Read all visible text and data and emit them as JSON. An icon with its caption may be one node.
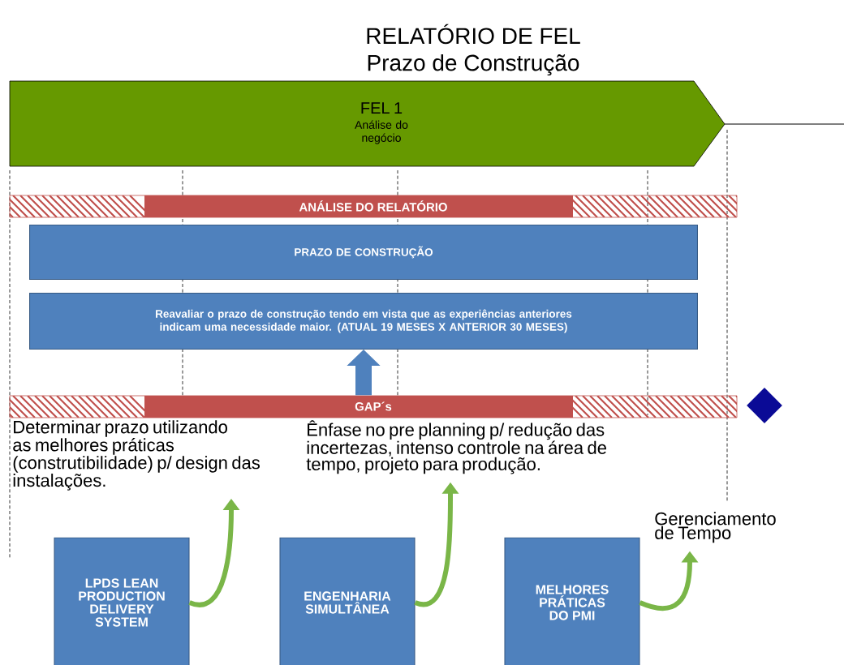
{
  "diagram": {
    "title": "RELATÓRIO DE FEL",
    "nodes": [
      {
        "text": [
          "FEL 1",
          "Análise do negócio"
        ]
      },
      {
        "text": [
          "ANÁLISE DO RELATÓRIO"
        ]
      },
      {
        "text": [
          "PRAZO DE CONSTRUÇÃO"
        ]
      },
      {
        "text": [
          "Reavaliar o prazo de construção tendo em vista que as experiências anteriores indicam uma necessidade maior. (ATUAL 19 MESES X ANTERIOR 30 MESES)"
        ]
      },
      {
        "text": [
          "GAP´s"
        ]
      },
      {
        "text": [],
        "shape": "diamond"
      },
      {
        "text": [
          "Determinar prazo utilizando as melhores práticas (construtibilidade) p/ design das instalações."
        ]
      },
      {
        "text": [
          "Ênfase no pre planning p/ redução das incertezas, intenso controle na área de tempo, projeto para produção."
        ]
      },
      {
        "text": [
          "Gerenciamento de Tempo"
        ]
      },
      {
        "text": [
          "LPDS LEAN PRODUCTION DELIVERY SYSTEM"
        ]
      },
      {
        "text": [
          "ENGENHARIA SIMULTÂNEA"
        ]
      },
      {
        "text": [
          "MELHORES PRÁTICAS DO PMI"
        ]
      }
    ],
    "edges": [
      {
        "from": 4,
        "to": 3,
        "arrow": "to",
        "style": "thick",
        "color": "#4f81bd"
      },
      {
        "from": 9,
        "to": 6,
        "arrow": "to",
        "color": "#7ab648"
      },
      {
        "from": 10,
        "to": 7,
        "arrow": "to",
        "color": "#7ab648"
      },
      {
        "from": 11,
        "to": 8,
        "arrow": "to",
        "color": "#7ab648"
      }
    ],
    "labels": [
      "Prazo de Construção"
    ]
  }
}
